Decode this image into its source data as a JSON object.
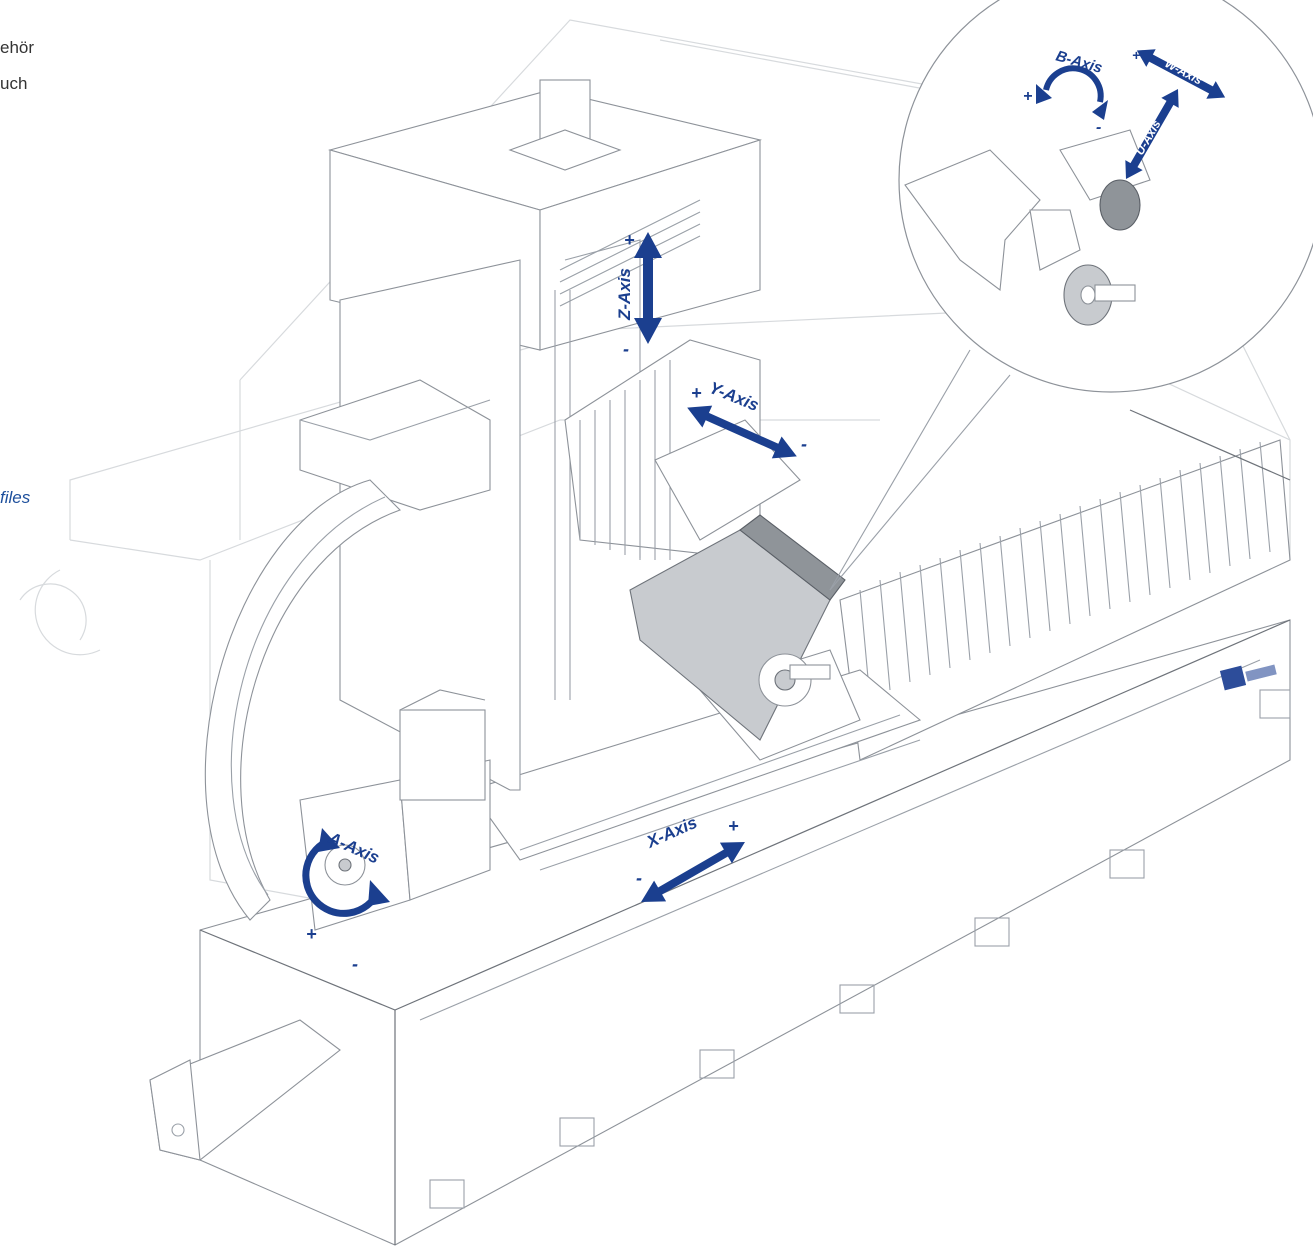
{
  "sidebar": {
    "line1": "ehör",
    "line2": "uch",
    "link": "files"
  },
  "axes": {
    "z": "Z-Axis",
    "y": "Y-Axis",
    "x": "X-Axis",
    "a": "A-Axis",
    "b": "B-Axis",
    "w": "W-Axis",
    "u": "U-Axis"
  },
  "signs": {
    "plus": "+",
    "minus": "-"
  },
  "colors": {
    "axis": "#1b3f8f",
    "link": "#1d4f9c"
  }
}
